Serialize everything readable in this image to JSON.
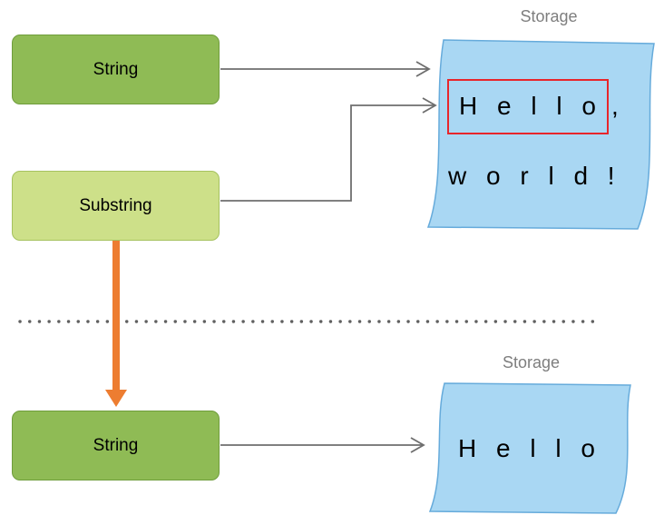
{
  "colors": {
    "green_dark": "#8fbb55",
    "green_dark_border": "#6f9d3c",
    "green_light": "#cde089",
    "green_light_border": "#a6c25f",
    "blue_fill": "#a9d7f3",
    "blue_border": "#66abdb",
    "orange": "#ed7d31",
    "red": "#e8262b",
    "gray_line": "#6e6e6e",
    "gray_text": "#7e7e7e"
  },
  "top_section": {
    "string_box_label": "String",
    "substring_box_label": "Substring",
    "storage_title": "Storage",
    "hello_boxed": "H e l l o",
    "comma": ",",
    "world_line": "w o r l d !"
  },
  "bottom_section": {
    "string_box_label": "String",
    "storage_title": "Storage",
    "hello_line": "H e l l o"
  }
}
